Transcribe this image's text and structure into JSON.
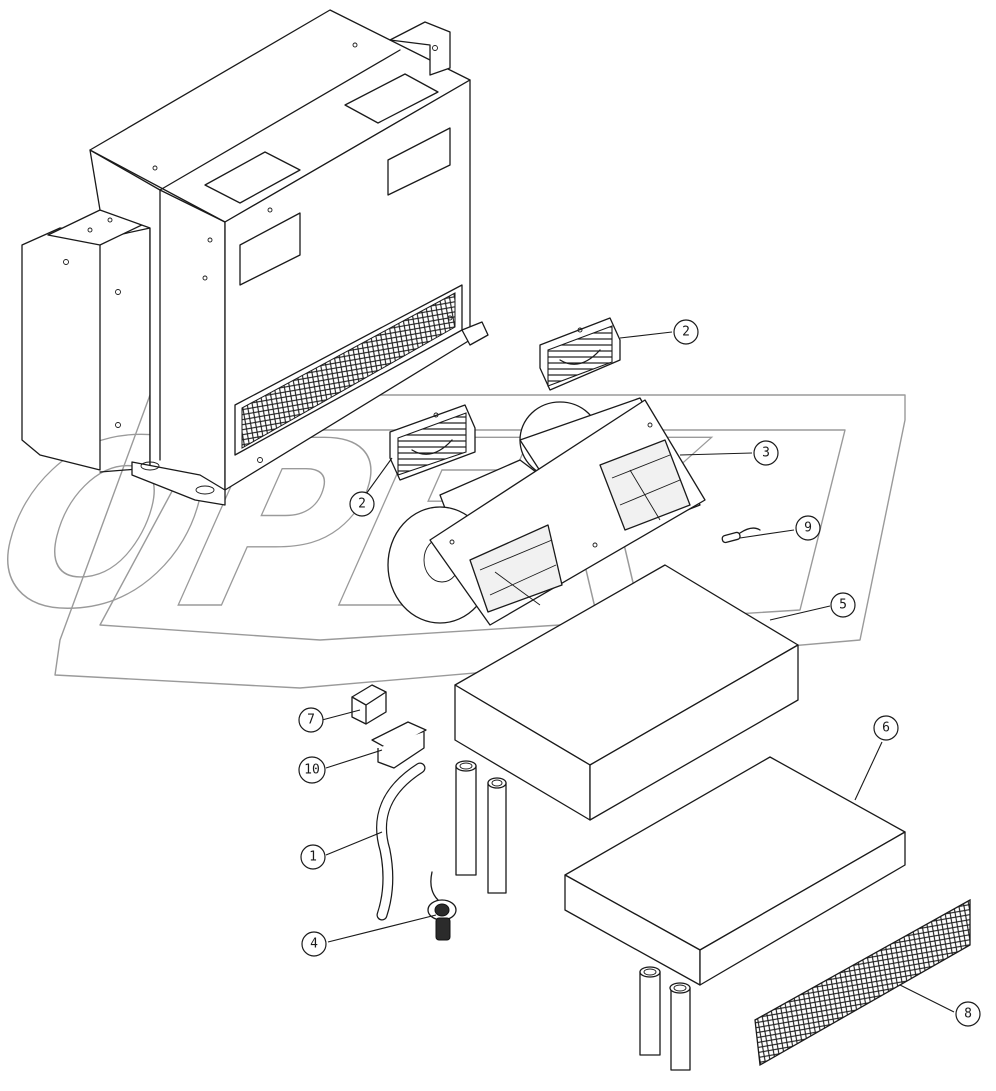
{
  "diagram": {
    "watermark": "OPEX",
    "callouts": [
      {
        "id": "c2a",
        "label": "2"
      },
      {
        "id": "c2b",
        "label": "2"
      },
      {
        "id": "c3",
        "label": "3"
      },
      {
        "id": "c9",
        "label": "9"
      },
      {
        "id": "c5",
        "label": "5"
      },
      {
        "id": "c6",
        "label": "6"
      },
      {
        "id": "c7",
        "label": "7"
      },
      {
        "id": "c10",
        "label": "10"
      },
      {
        "id": "c1",
        "label": "1"
      },
      {
        "id": "c4",
        "label": "4"
      },
      {
        "id": "c8",
        "label": "8"
      }
    ]
  }
}
